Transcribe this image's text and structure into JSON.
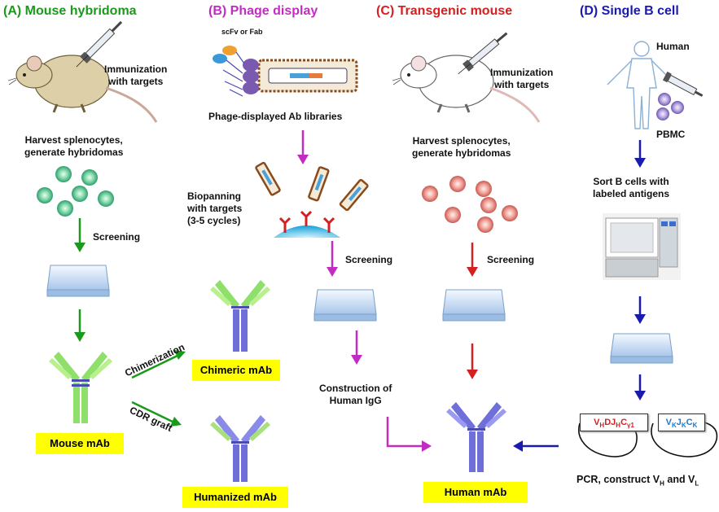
{
  "colors": {
    "panel_a": "#1a9a1a",
    "panel_b": "#c22cc2",
    "panel_c": "#d42020",
    "panel_d": "#1a1ab0",
    "highlight": "#ffff00",
    "antibody_green": "#7ed957",
    "antibody_purple": "#6f6fd9"
  },
  "panels": {
    "a": {
      "title": "(A) Mouse hybridoma",
      "immunization": "Immunization\nwith targets",
      "harvest": "Harvest splenocytes,\ngenerate hybridomas",
      "screening": "Screening",
      "result": "Mouse mAb",
      "chimerization": "Chimerization",
      "cdr_graft": "CDR graft"
    },
    "b": {
      "title": "(B) Phage display",
      "scfv": "scFv or Fab",
      "library": "Phage-displayed Ab libraries",
      "biopanning": "Biopanning\nwith targets\n(3-5 cycles)",
      "screening": "Screening",
      "chimeric": "Chimeric mAb",
      "humanized": "Humanized mAb",
      "construction": "Construction of\nHuman IgG"
    },
    "c": {
      "title": "(C) Transgenic mouse",
      "immunization": "Immunization\nwith targets",
      "harvest": "Harvest splenocytes,\ngenerate hybridomas",
      "screening": "Screening",
      "result": "Human mAb"
    },
    "d": {
      "title": "(D) Single B cell",
      "human": "Human",
      "pbmc": "PBMC",
      "sort": "Sort B cells with\nlabeled antigens",
      "pcr_prefix": "PCR, construct V",
      "pcr_h": "H",
      "pcr_and": " and V",
      "pcr_l": "L",
      "vh_gene": {
        "v": "V",
        "h": "H",
        "d": "D",
        "j": "J",
        "jh": "H",
        "c": "C",
        "g1": "γ1"
      },
      "vl_gene": {
        "v": "V",
        "k1": "K",
        "j": "J",
        "k2": "K",
        "c": "C",
        "k3": "K"
      }
    }
  }
}
